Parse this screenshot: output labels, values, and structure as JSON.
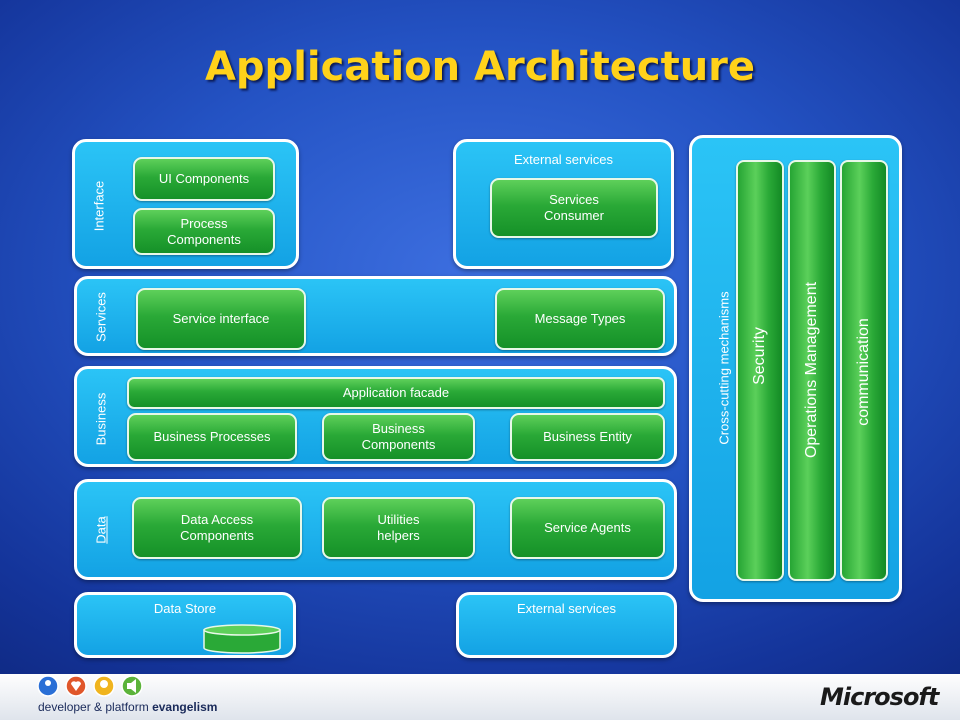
{
  "title": "Application Architecture",
  "interface": {
    "label": "Interface",
    "ui_components": "UI Components",
    "process_components": "Process Components"
  },
  "external_services_top": {
    "label": "External services",
    "services_consumer": "Services Consumer"
  },
  "services": {
    "label": "Services",
    "service_interface": "Service interface",
    "message_types": "Message Types"
  },
  "business": {
    "label": "Business",
    "application_facade": "Application facade",
    "business_processes": "Business Processes",
    "business_components": "Business Components",
    "business_entity": "Business Entity"
  },
  "data": {
    "label": "Data",
    "data_access_components": "Data Access Components",
    "utilities_helpers": "Utilities helpers",
    "service_agents": "Service Agents"
  },
  "data_store": {
    "label": "Data Store"
  },
  "external_services_bottom": {
    "label": "External services"
  },
  "cross_cutting": {
    "label": "Cross-cutting mechanisms",
    "security": "Security",
    "operations_management": "Operations Management",
    "communication": "communication"
  },
  "footer": {
    "tagline_prefix": "developer & platform",
    "tagline_bold": "evangelism",
    "brand": "Microsoft"
  },
  "colors": {
    "title": "#ffd21a",
    "panel": "#1fb2ee",
    "component": "#2aa937",
    "background": "#2453c4"
  }
}
